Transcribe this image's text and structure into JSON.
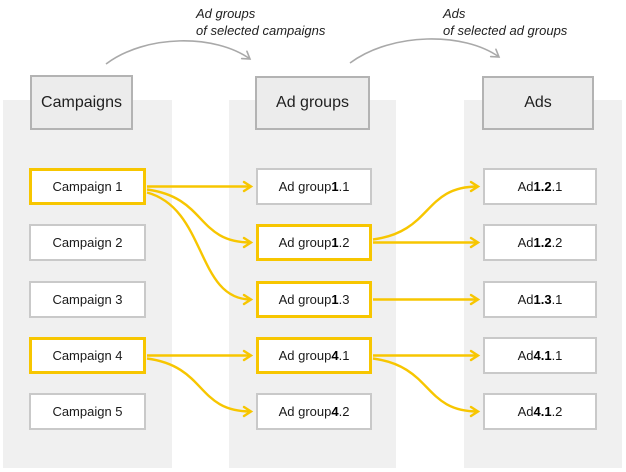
{
  "colors": {
    "selection_yellow": "#f7c600",
    "band_gray": "#f0f0f0",
    "header_bg": "#ececec",
    "header_border": "#b3b3b3",
    "box_border": "#c9c9c9",
    "arc_gray": "#a9a9a9",
    "text": "#1a1a1a"
  },
  "annotations": [
    {
      "lines": [
        "Ad groups",
        "of selected campaigns"
      ]
    },
    {
      "lines": [
        "Ads",
        "of selected ad groups"
      ]
    }
  ],
  "columns": [
    {
      "id": "campaigns",
      "header": "Campaigns"
    },
    {
      "id": "adgroups",
      "header": "Ad groups"
    },
    {
      "id": "ads",
      "header": "Ads"
    }
  ],
  "nodes": {
    "campaigns": [
      {
        "id": "c1",
        "prefix": "Campaign 1",
        "bold": "",
        "suffix": "",
        "selected": true
      },
      {
        "id": "c2",
        "prefix": "Campaign 2",
        "bold": "",
        "suffix": "",
        "selected": false
      },
      {
        "id": "c3",
        "prefix": "Campaign 3",
        "bold": "",
        "suffix": "",
        "selected": false
      },
      {
        "id": "c4",
        "prefix": "Campaign 4",
        "bold": "",
        "suffix": "",
        "selected": true
      },
      {
        "id": "c5",
        "prefix": "Campaign 5",
        "bold": "",
        "suffix": "",
        "selected": false
      }
    ],
    "adgroups": [
      {
        "id": "g11",
        "prefix": "Ad group ",
        "bold": "1",
        "suffix": ".1",
        "selected": false
      },
      {
        "id": "g12",
        "prefix": "Ad group ",
        "bold": "1",
        "suffix": ".2",
        "selected": true
      },
      {
        "id": "g13",
        "prefix": "Ad group ",
        "bold": "1",
        "suffix": ".3",
        "selected": true
      },
      {
        "id": "g41",
        "prefix": "Ad group ",
        "bold": "4",
        "suffix": ".1",
        "selected": true
      },
      {
        "id": "g42",
        "prefix": "Ad group ",
        "bold": "4",
        "suffix": ".2",
        "selected": false
      }
    ],
    "ads": [
      {
        "id": "a121",
        "prefix": "Ad ",
        "bold": "1.2",
        "suffix": ".1",
        "selected": false
      },
      {
        "id": "a122",
        "prefix": "Ad ",
        "bold": "1.2",
        "suffix": ".2",
        "selected": false
      },
      {
        "id": "a131",
        "prefix": "Ad ",
        "bold": "1.3",
        "suffix": ".1",
        "selected": false
      },
      {
        "id": "a411",
        "prefix": "Ad ",
        "bold": "4.1",
        "suffix": ".1",
        "selected": false
      },
      {
        "id": "a412",
        "prefix": "Ad ",
        "bold": "4.1",
        "suffix": ".2",
        "selected": false
      }
    ]
  },
  "edges": [
    {
      "from": "c1",
      "to": "g11"
    },
    {
      "from": "c1",
      "to": "g12"
    },
    {
      "from": "c1",
      "to": "g13"
    },
    {
      "from": "c4",
      "to": "g41"
    },
    {
      "from": "c4",
      "to": "g42"
    },
    {
      "from": "g12",
      "to": "a121"
    },
    {
      "from": "g12",
      "to": "a122"
    },
    {
      "from": "g13",
      "to": "a131"
    },
    {
      "from": "g41",
      "to": "a411"
    },
    {
      "from": "g41",
      "to": "a412"
    }
  ]
}
